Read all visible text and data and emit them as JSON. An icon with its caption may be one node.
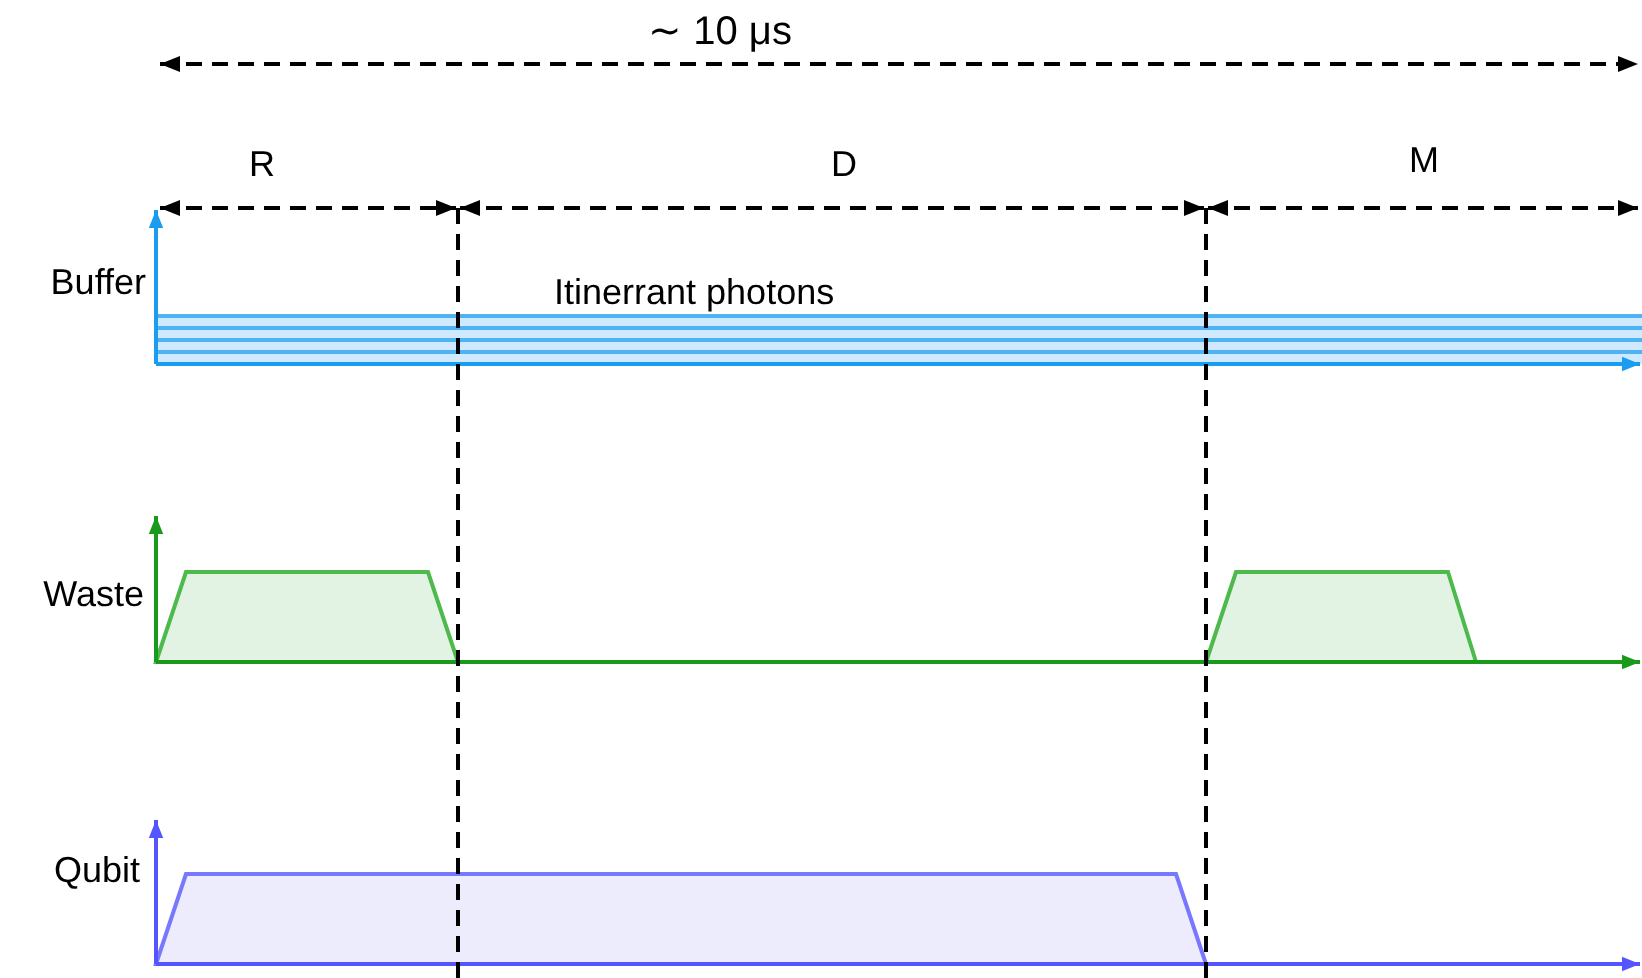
{
  "diagram": {
    "labels": [
      "∼ 10 μs",
      "R",
      "D",
      "M",
      "Buffer",
      "Itinerrant photons",
      "Waste",
      "Qubit"
    ]
  }
}
